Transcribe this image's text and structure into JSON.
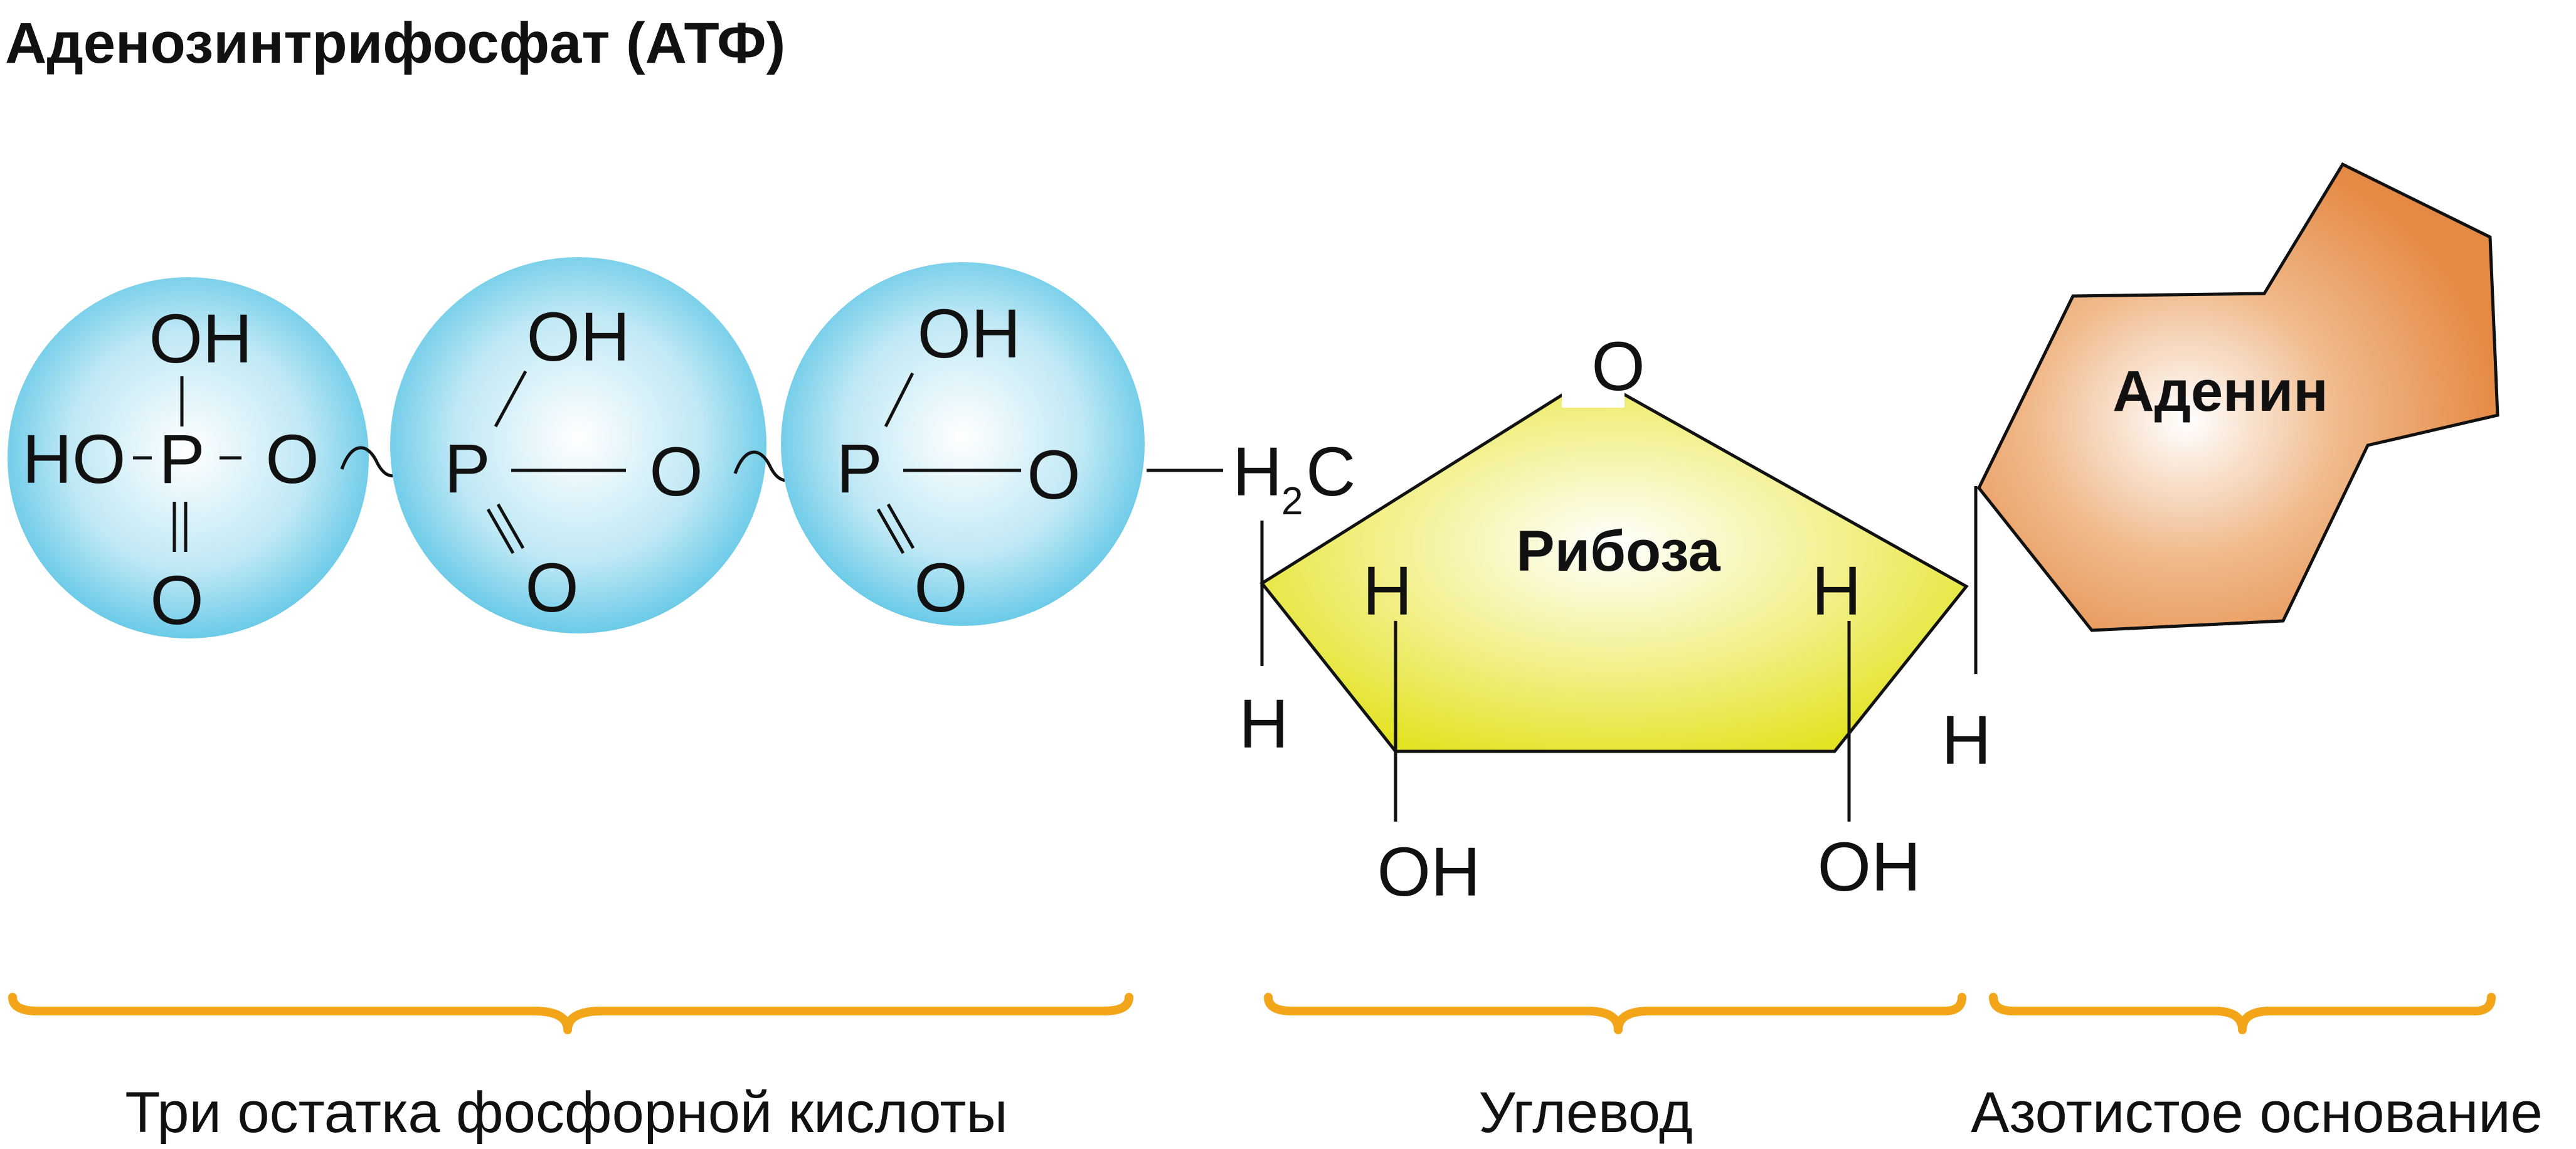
{
  "title": "Аденозинтрифосфат (АТФ)",
  "phosphates": {
    "p1": {
      "oh": "OH",
      "ho": "HO",
      "p": "P",
      "o_right": "O",
      "o_bottom": "O"
    },
    "p2": {
      "oh": "OH",
      "p": "P",
      "o_right": "O",
      "o_bottom": "O"
    },
    "p3": {
      "oh": "OH",
      "p": "P",
      "o_right": "O",
      "o_bottom": "O"
    }
  },
  "ch2": {
    "h": "H",
    "sub": "2",
    "c": "C",
    "h_below": "H"
  },
  "ribose": {
    "label": "Рибоза",
    "ring_o": "O",
    "h_left": "H",
    "h_right": "H",
    "oh_left": "OH",
    "oh_right": "OH"
  },
  "adenine": {
    "label": "Аденин",
    "h_below": "H"
  },
  "groups": {
    "phosphoric": "Три остатка фосфорной кислоты",
    "carbohydrate": "Углевод",
    "base": "Азотистое основание"
  },
  "colors": {
    "phosphate_fill": "#5ec6e6",
    "ribose_fill": "#e6e62a",
    "adenine_fill": "#e8904a",
    "brace": "#f2a518"
  }
}
